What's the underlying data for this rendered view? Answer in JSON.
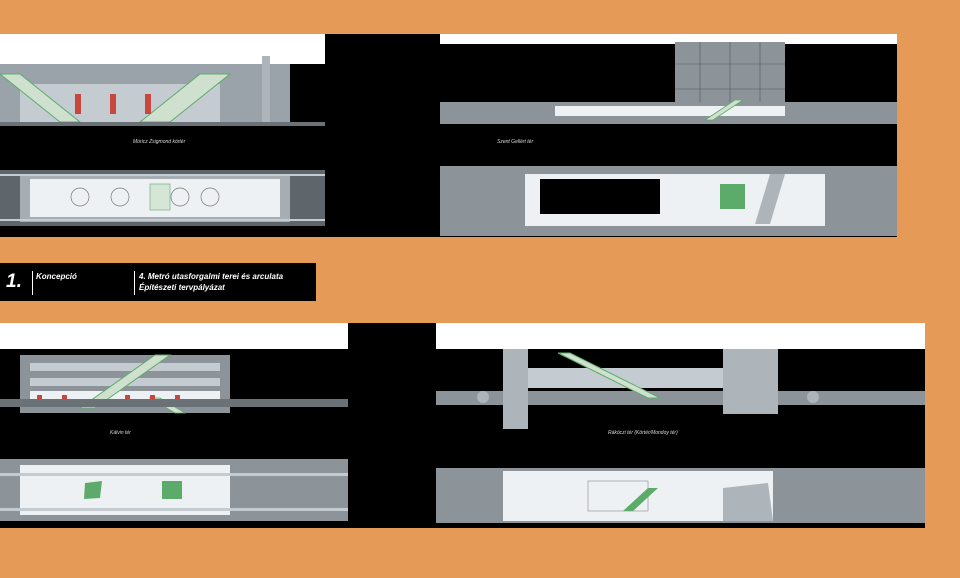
{
  "sheet": {
    "number": "1.",
    "section": "Koncepció",
    "title": "4. Metró utasforgalmi terei és arculata",
    "subtitle": "Építészeti tervpályázat"
  },
  "stations": [
    {
      "caption": "Móricz Zsigmond körtér"
    },
    {
      "caption": "Szent Gellért tér"
    },
    {
      "caption": "Kálvin tér"
    },
    {
      "caption": "Rákóczi tér    (Körtér/Mondoy tér)"
    }
  ],
  "colors": {
    "background": "#e59a57",
    "panel": "#000000",
    "structure": "#8c949a",
    "light": "#e8ecef",
    "accent_green": "#5cab6a",
    "accent_red": "#c8463c"
  }
}
